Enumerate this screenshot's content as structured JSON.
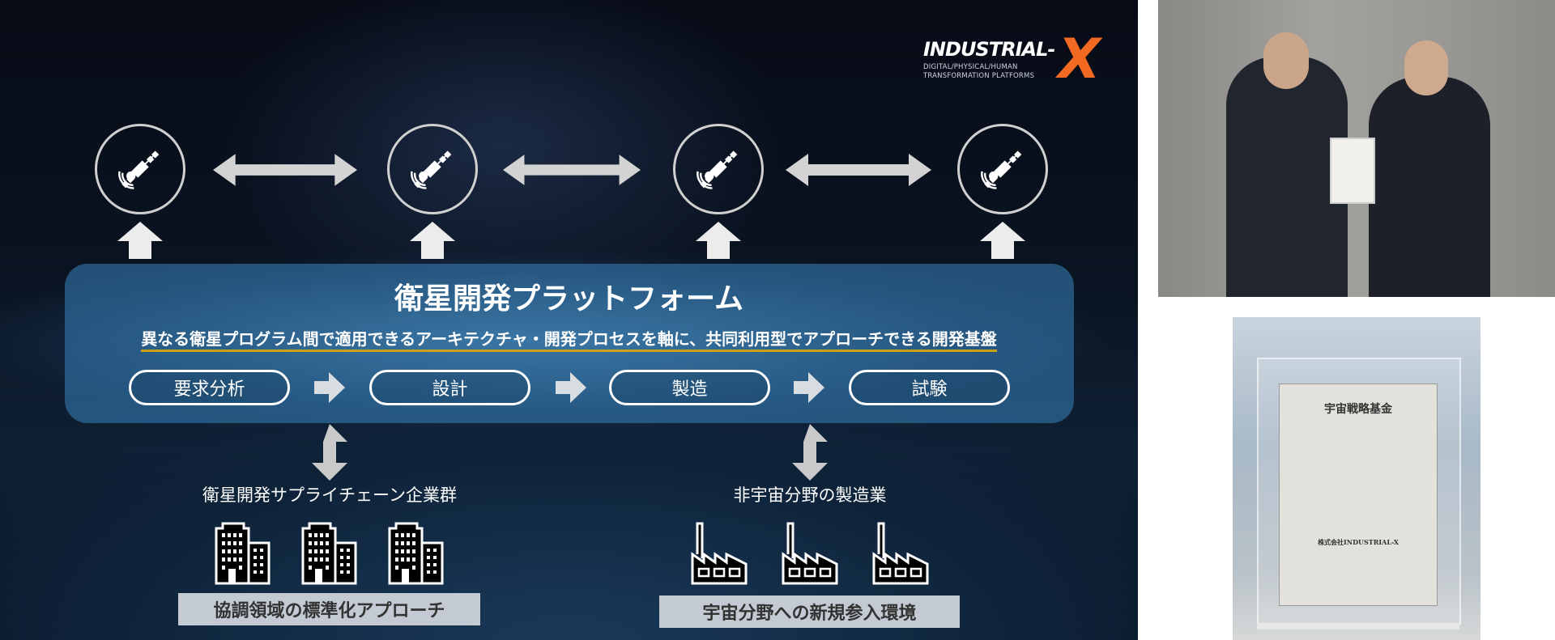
{
  "logo": {
    "brand": "INDUSTRIAL-",
    "brand_x": "X",
    "tagline_1": "DIGITAL/PHYSICAL/HUMAN",
    "tagline_2": "TRANSFORMATION PLATFORMS",
    "accent_color": "#f26a21"
  },
  "platform": {
    "title": "衛星開発プラットフォーム",
    "subtitle": "異なる衛星プログラム間で適用できるアーキテクチャ・開発プロセスを軸に、共同利用型でアプローチできる開発基盤",
    "steps": [
      "要求分析",
      "設計",
      "製造",
      "試験"
    ]
  },
  "satellites": {
    "icon": "satellite-icon",
    "count": 4
  },
  "groups": [
    {
      "label": "衛星開発サプライチェーン企業群",
      "icon": "building-icon",
      "box": "協調領域の標準化アプローチ"
    },
    {
      "label": "非宇宙分野の製造業",
      "icon": "factory-icon",
      "box": "宇宙分野への新規参入環境"
    }
  ],
  "plaque": {
    "title": "宇宙戦略基金",
    "company": "株式会社INDUSTRIAL-X"
  },
  "colors": {
    "platform_box": "#3478ac",
    "underline": "#c9a21a",
    "label_box": "#c3cad3"
  }
}
